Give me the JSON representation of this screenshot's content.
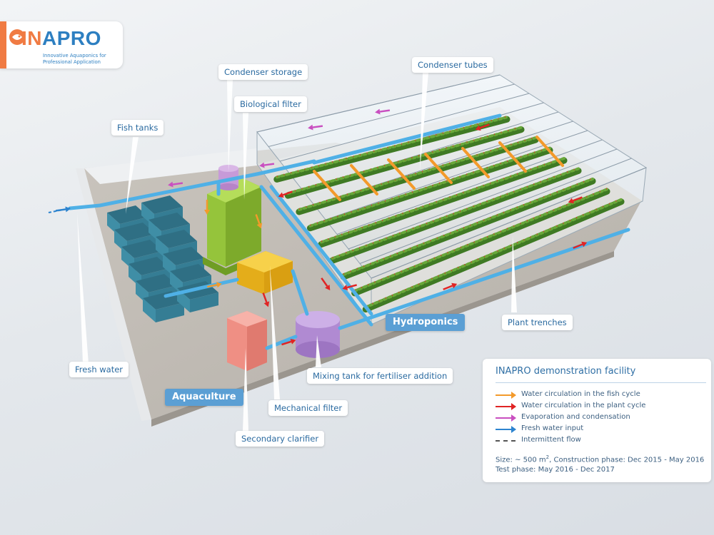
{
  "logo": {
    "name_left": "IN",
    "name_right": "APRO",
    "tagline_1": "Innovative Aquaponics for",
    "tagline_2": "Professional Application"
  },
  "labels": {
    "fish_tanks": "Fish tanks",
    "condenser_storage": "Condenser storage",
    "biological_filter": "Biological filter",
    "condenser_tubes": "Condenser tubes",
    "hydroponics": "Hydroponics",
    "plant_trenches": "Plant trenches",
    "fresh_water": "Fresh water",
    "aquaculture": "Aquaculture",
    "mixing_tank": "Mixing tank for fertiliser addition",
    "mechanical_filter": "Mechanical filter",
    "secondary_clarifier": "Secondary clarifier"
  },
  "legend": {
    "title": "INAPRO demonstration facility",
    "items": [
      {
        "label": "Water circulation in the fish cycle",
        "color": "#f39a2b"
      },
      {
        "label": "Water circulation in the plant cycle",
        "color": "#e02424"
      },
      {
        "label": "Evaporation and condensation",
        "color": "#c94fc0"
      },
      {
        "label": "Fresh water input",
        "color": "#2d84cf"
      },
      {
        "label": "Intermittent flow",
        "color": "#555555"
      }
    ],
    "size_prefix": "Size: ~ 500 m",
    "size_sup": "2",
    "size_suffix": ", Construction phase: Dec 2015 - May 2016",
    "test_phase": "Test phase: May 2016 - Dec 2017"
  },
  "colors": {
    "fish_cycle": "#f39a2b",
    "plant_cycle": "#e02424",
    "evaporation": "#c94fc0",
    "fresh_water": "#2d84cf",
    "pipe": "#4fb0e6",
    "tank": "#3f8ea6",
    "bio_filter": "#9ccc3c",
    "mech_filter": "#f2c12e",
    "clarifier": "#f0958a",
    "mixing_tank": "#b993d8",
    "plants": "#4f8f2a"
  }
}
